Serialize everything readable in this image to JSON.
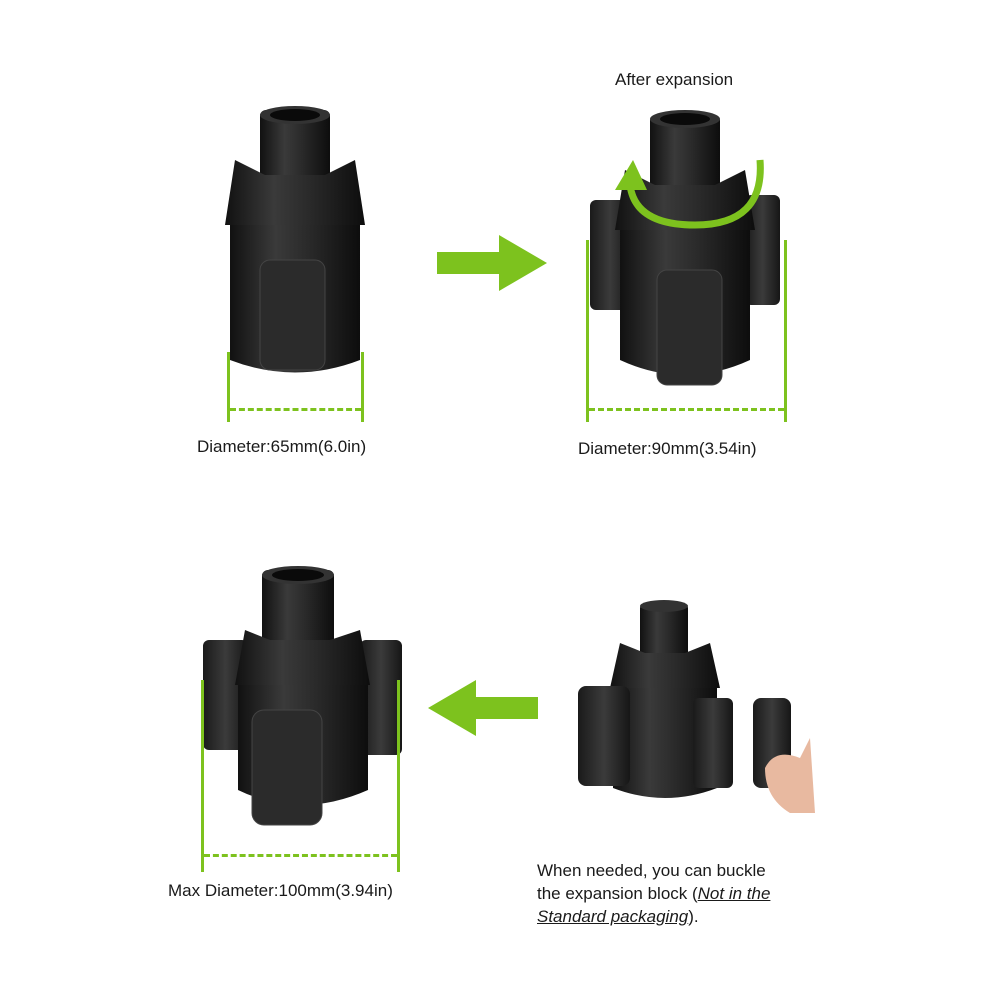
{
  "panels": {
    "original": {
      "label": "Diameter:65mm(6.0in)"
    },
    "expanded": {
      "caption": "After expansion",
      "label": "Diameter:90mm(3.54in)"
    },
    "max": {
      "label": "Max Diameter:100mm(3.94in)"
    },
    "addon": {
      "note_line1": "When needed, you can buckle",
      "note_line2_prefix": "the expansion block (",
      "note_emph1": "Not in the",
      "note_emph2": "Standard packaging",
      "note_suffix": ")."
    }
  },
  "colors": {
    "accent": "#7dc21e",
    "product": "#222222"
  },
  "icons": [
    "arrow-right-icon",
    "arrow-left-icon",
    "rotate-arrow-icon"
  ]
}
